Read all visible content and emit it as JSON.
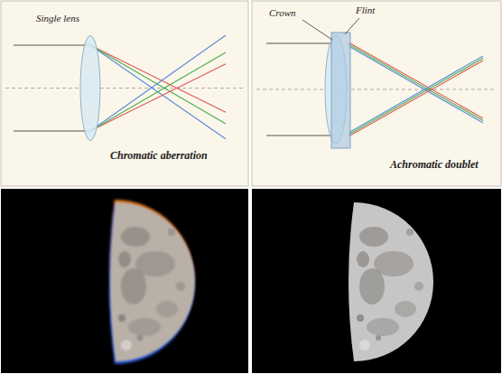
{
  "diagram": {
    "labels": [
      "Single lens",
      "Chromatic aberration",
      "Crown",
      "Flint",
      "Achromatic doublet"
    ]
  }
}
